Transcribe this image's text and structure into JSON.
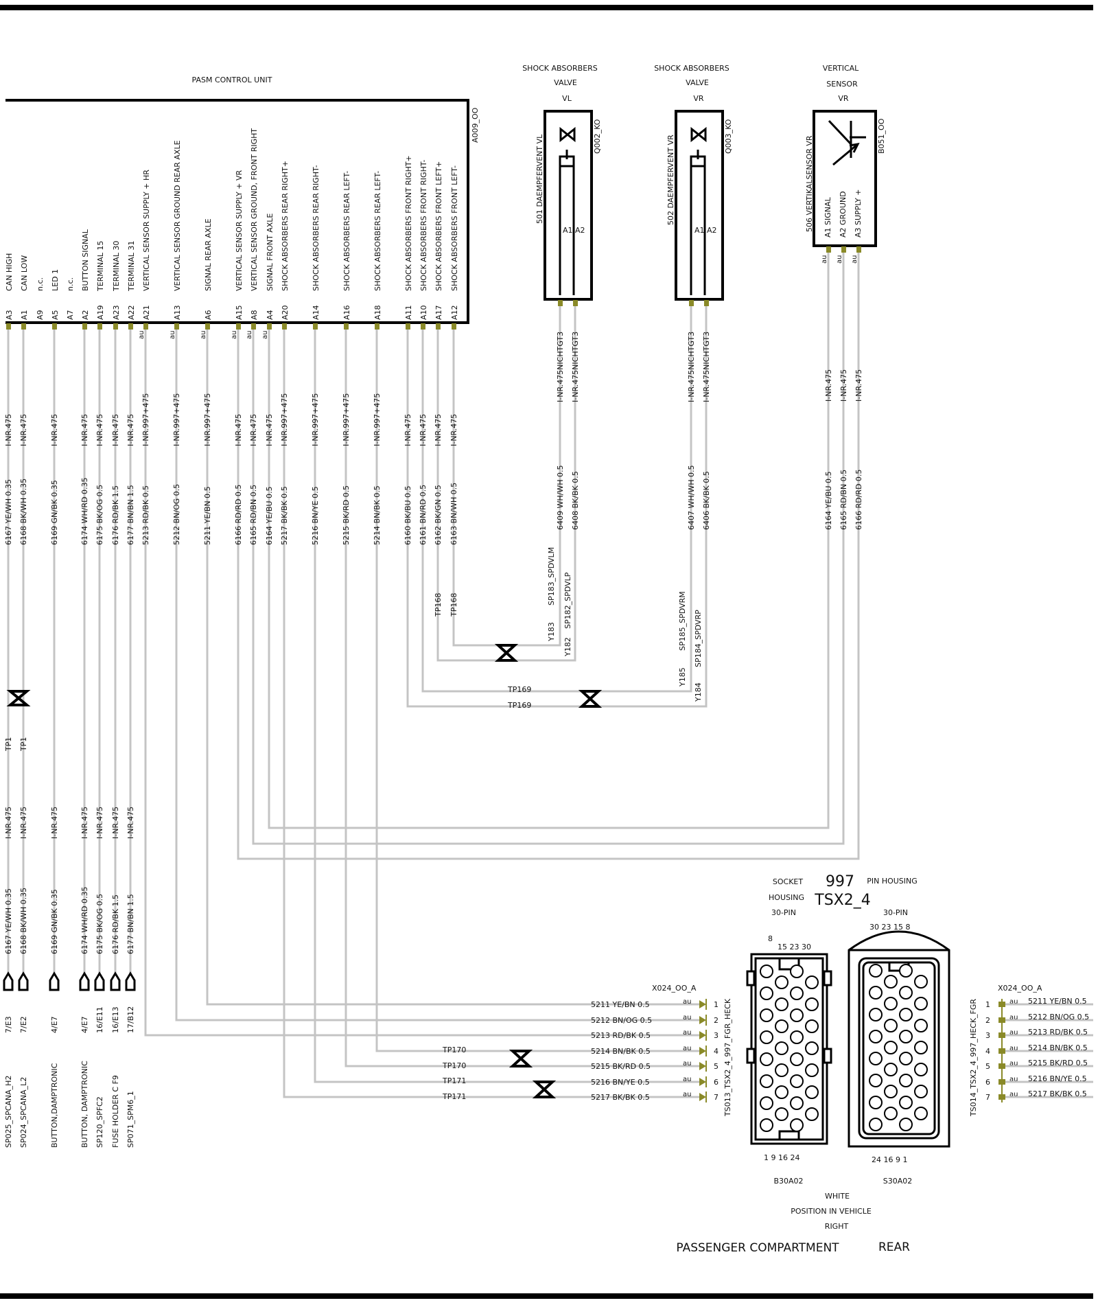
{
  "control_unit": {
    "title": "PASM CONTROL UNIT",
    "id": "A009_OO",
    "pins": [
      {
        "pin": "A3",
        "label": "CAN HIGH",
        "au": false,
        "wire": "6167 YE/WH 0.35",
        "inr1": "I-NR.475",
        "inr2": "I-NR.475",
        "wire2": "6167 YE/WH 0.35",
        "tp": "TP1",
        "ref": "7/E3",
        "dest": "SP025_SPCANA_H2"
      },
      {
        "pin": "A1",
        "label": "CAN LOW",
        "au": false,
        "wire": "6168 BK/WH 0.35",
        "inr1": "I-NR.475",
        "inr2": "I-NR.475",
        "wire2": "6168 BK/WH 0.35",
        "tp": "TP1",
        "ref": "7/E2",
        "dest": "SP024_SPCANA_L2"
      },
      {
        "pin": "A9",
        "label": "n.c."
      },
      {
        "pin": "A5",
        "label": "LED      1",
        "au": false,
        "wire": "6169 GN/BK 0.35",
        "inr1": "I-NR.475",
        "inr2": "I-NR.475",
        "wire2": "6169 GN/BK 0.35",
        "ref": "4/E7",
        "dest": "BUTTON,DAMPTRONIC"
      },
      {
        "pin": "A7",
        "label": "n.c."
      },
      {
        "pin": "A2",
        "label": "BUTTON   SIGNAL",
        "au": false,
        "wire": "6174 WH/RD 0.35",
        "inr1": "I-NR.475",
        "inr2": "I-NR.475",
        "wire2": "6174 WH/RD 0.35",
        "ref": "4/E7",
        "dest": "BUTTON, DAMPTRONIC"
      },
      {
        "pin": "A19",
        "label": "TERMINAL 15",
        "au": false,
        "wire": "6175 BK/OG 0.5",
        "inr1": "I-NR.475",
        "inr2": "I-NR.475",
        "wire2": "6175 BK/OG 0.5",
        "ref": "16/E11",
        "dest": "SP120_SPFC2"
      },
      {
        "pin": "A23",
        "label": "TERMINAL 30",
        "au": false,
        "wire": "6176 RD/BK 1.5",
        "inr1": "I-NR.475",
        "inr2": "I-NR.475",
        "wire2": "6176 RD/BK 1.5",
        "ref": "16/E13",
        "dest": "FUSE HOLDER C     F9"
      },
      {
        "pin": "A22",
        "label": "TERMINAL 31",
        "au": false,
        "wire": "6177 BN/BN 1.5",
        "inr1": "I-NR.475",
        "inr2": "I-NR.475",
        "wire2": "6177 BN/BN 1.5",
        "ref": "17/B12",
        "dest": "SP071_SPM6_1"
      },
      {
        "pin": "A21",
        "label": "VERTICAL   SENSOR SUPPLY + HR",
        "au": true,
        "wire": "5213 RD/BK 0.5",
        "inr1": "I-NR.997+475"
      },
      {
        "pin": "A13",
        "label": "VERTICAL   SENSOR GROUND REAR AXLE",
        "au": true,
        "wire": "5212 BN/OG 0.5",
        "inr1": "I-NR.997+475"
      },
      {
        "pin": "A6",
        "label": "SIGNAL REAR AXLE",
        "au": true,
        "wire": "5211 YE/BN 0.5",
        "inr1": "I-NR.997+475"
      },
      {
        "pin": "A15",
        "label": "VERTICAL  SENSOR SUPPLY + VR",
        "au": true,
        "wire": "6166 RD/RD 0.5",
        "inr1": "I-NR.475"
      },
      {
        "pin": "A8",
        "label": "VERTICAL   SENSOR GROUND, FRONT RIGHT",
        "au": true,
        "wire": "6165 RD/BN 0.5",
        "inr1": "I-NR.475"
      },
      {
        "pin": "A4",
        "label": "SIGNAL     FRONT AXLE",
        "au": true,
        "wire": "6164 YE/BU 0.5",
        "inr1": "I-NR.475"
      },
      {
        "pin": "A20",
        "label": "SHOCK ABSORBERS REAR RIGHT+",
        "au": false,
        "wire": "5217 BK/BK 0.5",
        "inr1": "I-NR.997+475"
      },
      {
        "pin": "A14",
        "label": "SHOCK ABSORBERS REAR RIGHT-",
        "au": false,
        "wire": "5216 BN/YE 0.5",
        "inr1": "I-NR.997+475"
      },
      {
        "pin": "A16",
        "label": "SHOCK ABSORBERS REAR LEFT-",
        "au": false,
        "wire": "5215 BK/RD 0.5",
        "inr1": "I-NR.997+475"
      },
      {
        "pin": "A18",
        "label": "SHOCK ABSORBERS REAR LEFT-",
        "au": false,
        "wire": "5214 BN/BK 0.5",
        "inr1": "I-NR.997+475"
      },
      {
        "pin": "A11",
        "label": "SHOCK ABSORBERS FRONT RIGHT+",
        "au": false,
        "wire": "6160 BK/BU 0.5",
        "inr1": "I-NR.475"
      },
      {
        "pin": "A10",
        "label": "SHOCK ABSORBERS FRONT RIGHT-",
        "au": false,
        "wire": "6161 BN/RD 0.5",
        "inr1": "I-NR.475"
      },
      {
        "pin": "A17",
        "label": "SHOCK ABSORBERS FRONT LEFT+",
        "au": false,
        "wire": "6162 BK/GN 0.5",
        "inr1": "I-NR.475"
      },
      {
        "pin": "A12",
        "label": "SHOCK ABSORBERS FRONT LEFT-",
        "au": false,
        "wire": "6163 BN/WH 0.5",
        "inr1": "I-NR.475"
      }
    ]
  },
  "valve_vl": {
    "title": [
      "SHOCK ABSORBERS",
      "VALVE",
      "VL"
    ],
    "id": "Q002_KO",
    "inner": "501  DAEMPFERVENT VL",
    "pin_labels": "A1  A2",
    "inr": [
      "I-NR.475NICHTGT3",
      "I-NR.475NICHTGT3"
    ],
    "wires": [
      "6409 WH/WH 0.5",
      "6408 BK/BK 0.5"
    ],
    "splices": [
      "SP183_SPDVLM",
      "SP182_SPDVLP"
    ],
    "y_labels": [
      "Y183",
      "Y182"
    ]
  },
  "valve_vr": {
    "title": [
      "SHOCK ABSORBERS",
      "VALVE",
      "VR"
    ],
    "id": "Q003_KO",
    "inner": "502  DAEMPFERVENT VR",
    "pin_labels": "A1  A2",
    "inr": [
      "I-NR.475NICHTGT3",
      "I-NR.475NICHTGT3"
    ],
    "wires": [
      "6407 WH/WH 0.5",
      "6406 BK/BK 0.5"
    ],
    "splices": [
      "SP185_SPDVRM",
      "SP184_SPDVRP"
    ],
    "y_labels": [
      "Y185",
      "Y184"
    ]
  },
  "sensor": {
    "title": [
      "VERTICAL",
      "SENSOR",
      "VR"
    ],
    "id": "B051_OO",
    "inner": "506  VERTIKALSENSOR VR",
    "pins": [
      "A1   SIGNAL",
      "A2   GROUND",
      "A3   SUPPLY +"
    ],
    "inr": [
      "I-NR.475",
      "I-NR.475",
      "I-NR.475"
    ],
    "wires": [
      "6164 YE/BU 0.5",
      "6165 RD/BN 0.5",
      "6166 RD/RD 0.5"
    ]
  },
  "au_label": "au",
  "tp_labels": {
    "tp168": "TP168",
    "tp169": "TP169",
    "tp170": "TP170",
    "tp171": "TP171"
  },
  "connector": {
    "socket_lines": [
      "SOCKET",
      "HOUSING",
      "30-PIN"
    ],
    "model": "997",
    "name": "TSX2_4",
    "pin_housing": [
      "PIN HOUSING",
      "30-PIN"
    ],
    "socket_top_nums": [
      "8",
      "15  23  30"
    ],
    "pin_top_nums": "30   23   15  8",
    "socket_bottom_nums": "1    9    16   24",
    "pin_bottom_nums": "24  16    9    1",
    "socket_part": "B30A02",
    "pin_part": "S30A02",
    "notes": [
      "WHITE",
      "POSITION IN VEHICLE",
      "RIGHT"
    ],
    "location": "PASSENGER COMPARTMENT",
    "location2": "REAR",
    "left_id": "X024_OO_A",
    "left_vertical": "TS013_TSX2_4_997_FGR_HECK",
    "right_id": "X024_OO_A",
    "right_vertical": "TS014_TSX2_4_997_HECK_FGR",
    "rows": [
      {
        "num": "1",
        "wire": "5211 YE/BN 0.5"
      },
      {
        "num": "2",
        "wire": "5212 BN/OG 0.5"
      },
      {
        "num": "3",
        "wire": "5213 RD/BK 0.5"
      },
      {
        "num": "4",
        "wire": "5214 BN/BK 0.5"
      },
      {
        "num": "5",
        "wire": "5215 BK/RD 0.5"
      },
      {
        "num": "6",
        "wire": "5216 BN/YE 0.5"
      },
      {
        "num": "7",
        "wire": "5217 BK/BK 0.5"
      }
    ]
  },
  "colors": {
    "wire": "#c4c4c4",
    "pin": "#8a8a28",
    "line": "#000000"
  }
}
